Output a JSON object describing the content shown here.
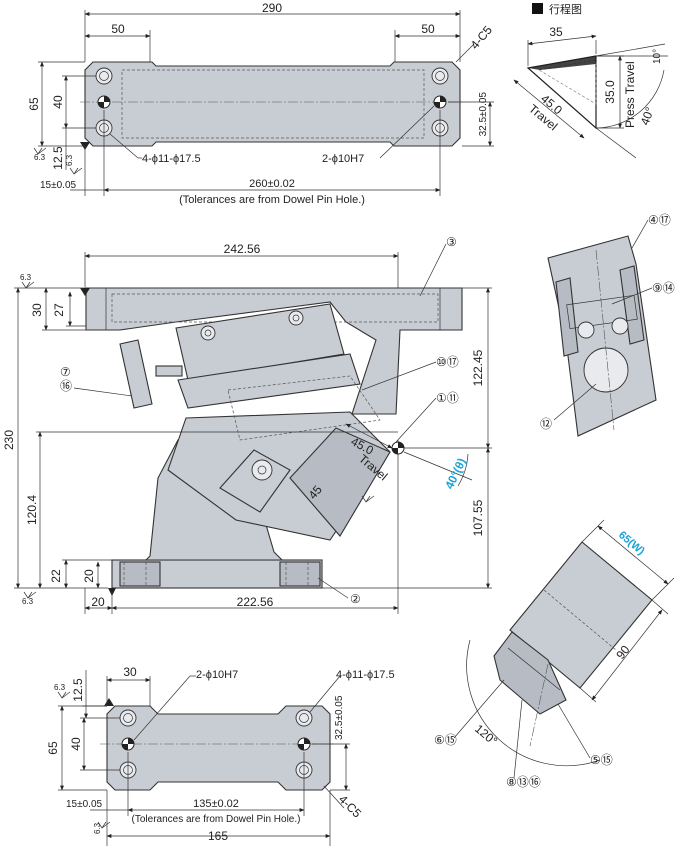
{
  "top_view": {
    "overall": "290",
    "left_inset": "50",
    "right_inset": "50",
    "chamfer": "4-C5",
    "height": "65",
    "pin_pitch": "40",
    "offset_y": "12.5",
    "offset_x": "15±0.05",
    "roughness": "6.3",
    "pin_center_y": "32.5±0.05",
    "mount_holes": "4-ϕ11-ϕ17.5",
    "dowel_holes": "2-ϕ10H7",
    "dowel_pitch": "260±0.02",
    "note": "(Tolerances are from Dowel Pin Hole.)"
  },
  "stroke_diagram": {
    "legend_label": "行程图",
    "top": "35",
    "side": "35.0",
    "hyp": "45.0",
    "travel": "Travel",
    "press_travel": "Press Travel",
    "ang_small": "10°",
    "ang_large": "40°"
  },
  "front_view": {
    "width_top": "242.56",
    "height_total": "230",
    "top_plate_a": "30",
    "top_plate_b": "27",
    "upper_h": "122.45",
    "lower_h": "107.55",
    "mid_h": "120.4",
    "base_h": "22",
    "base_t": "20",
    "base_inset": "20",
    "base_w": "222.56",
    "roughness": "6.3",
    "stroke": "45.0",
    "travel": "Travel",
    "dim45": "45",
    "angle": "40°(θ)",
    "callouts": [
      "③",
      "⑦",
      "⑯",
      "⑩⑰",
      "①⑪",
      "②"
    ]
  },
  "detail_a": {
    "callouts": [
      "④⑰",
      "⑨⑭",
      "⑫"
    ]
  },
  "detail_b": {
    "width": "65(W)",
    "length": "90",
    "angle": "120°",
    "callouts": [
      "⑥⑮",
      "⑧⑬⑯",
      "⑤⑮"
    ]
  },
  "bottom_view": {
    "inset": "30",
    "offset_y": "12.5",
    "dowel_holes": "2-ϕ10H7",
    "mount_holes": "4-ϕ11-ϕ17.5",
    "height": "65",
    "pin_pitch": "40",
    "pin_center_y": "32.5±0.05",
    "offset_x": "15±0.05",
    "dowel_pitch": "135±0.02",
    "chamfer": "4-C5",
    "roughness": "6.3",
    "note": "(Tolerances are from Dowel Pin Hole.)",
    "overall": "165"
  }
}
